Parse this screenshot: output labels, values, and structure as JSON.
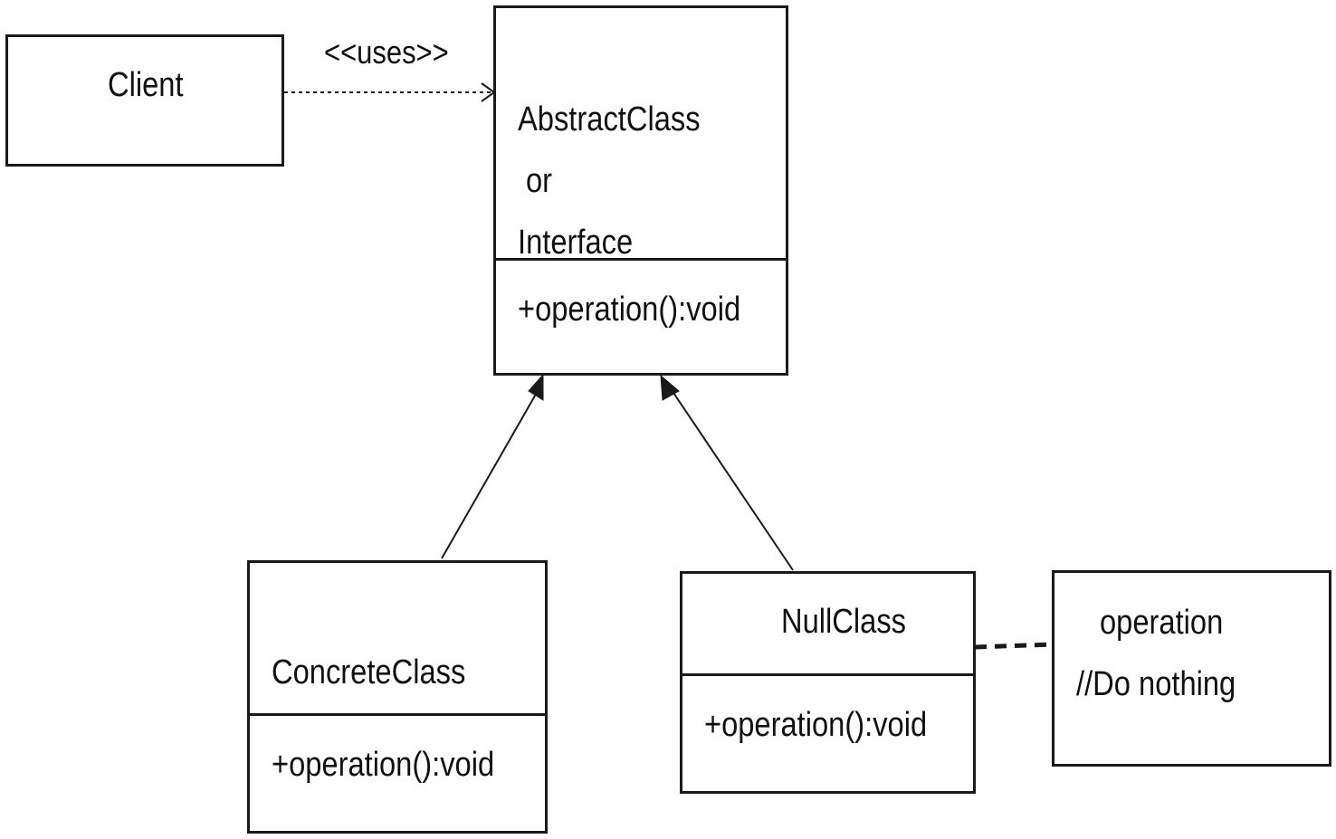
{
  "client": {
    "label": "Client"
  },
  "uses": {
    "label": "<<uses>>"
  },
  "abstract": {
    "line1": "AbstractClass",
    "line2": "or",
    "line3": "Interface",
    "operation": "+operation():void"
  },
  "concrete": {
    "name": "ConcreteClass",
    "operation": "+operation():void"
  },
  "nullclass": {
    "name": "NullClass",
    "operation": "+operation():void"
  },
  "note": {
    "line1": "operation",
    "line2": "//Do nothing"
  },
  "colors": {
    "stroke": "#1a1a1a",
    "background": "#ffffff",
    "text": "#111111"
  }
}
